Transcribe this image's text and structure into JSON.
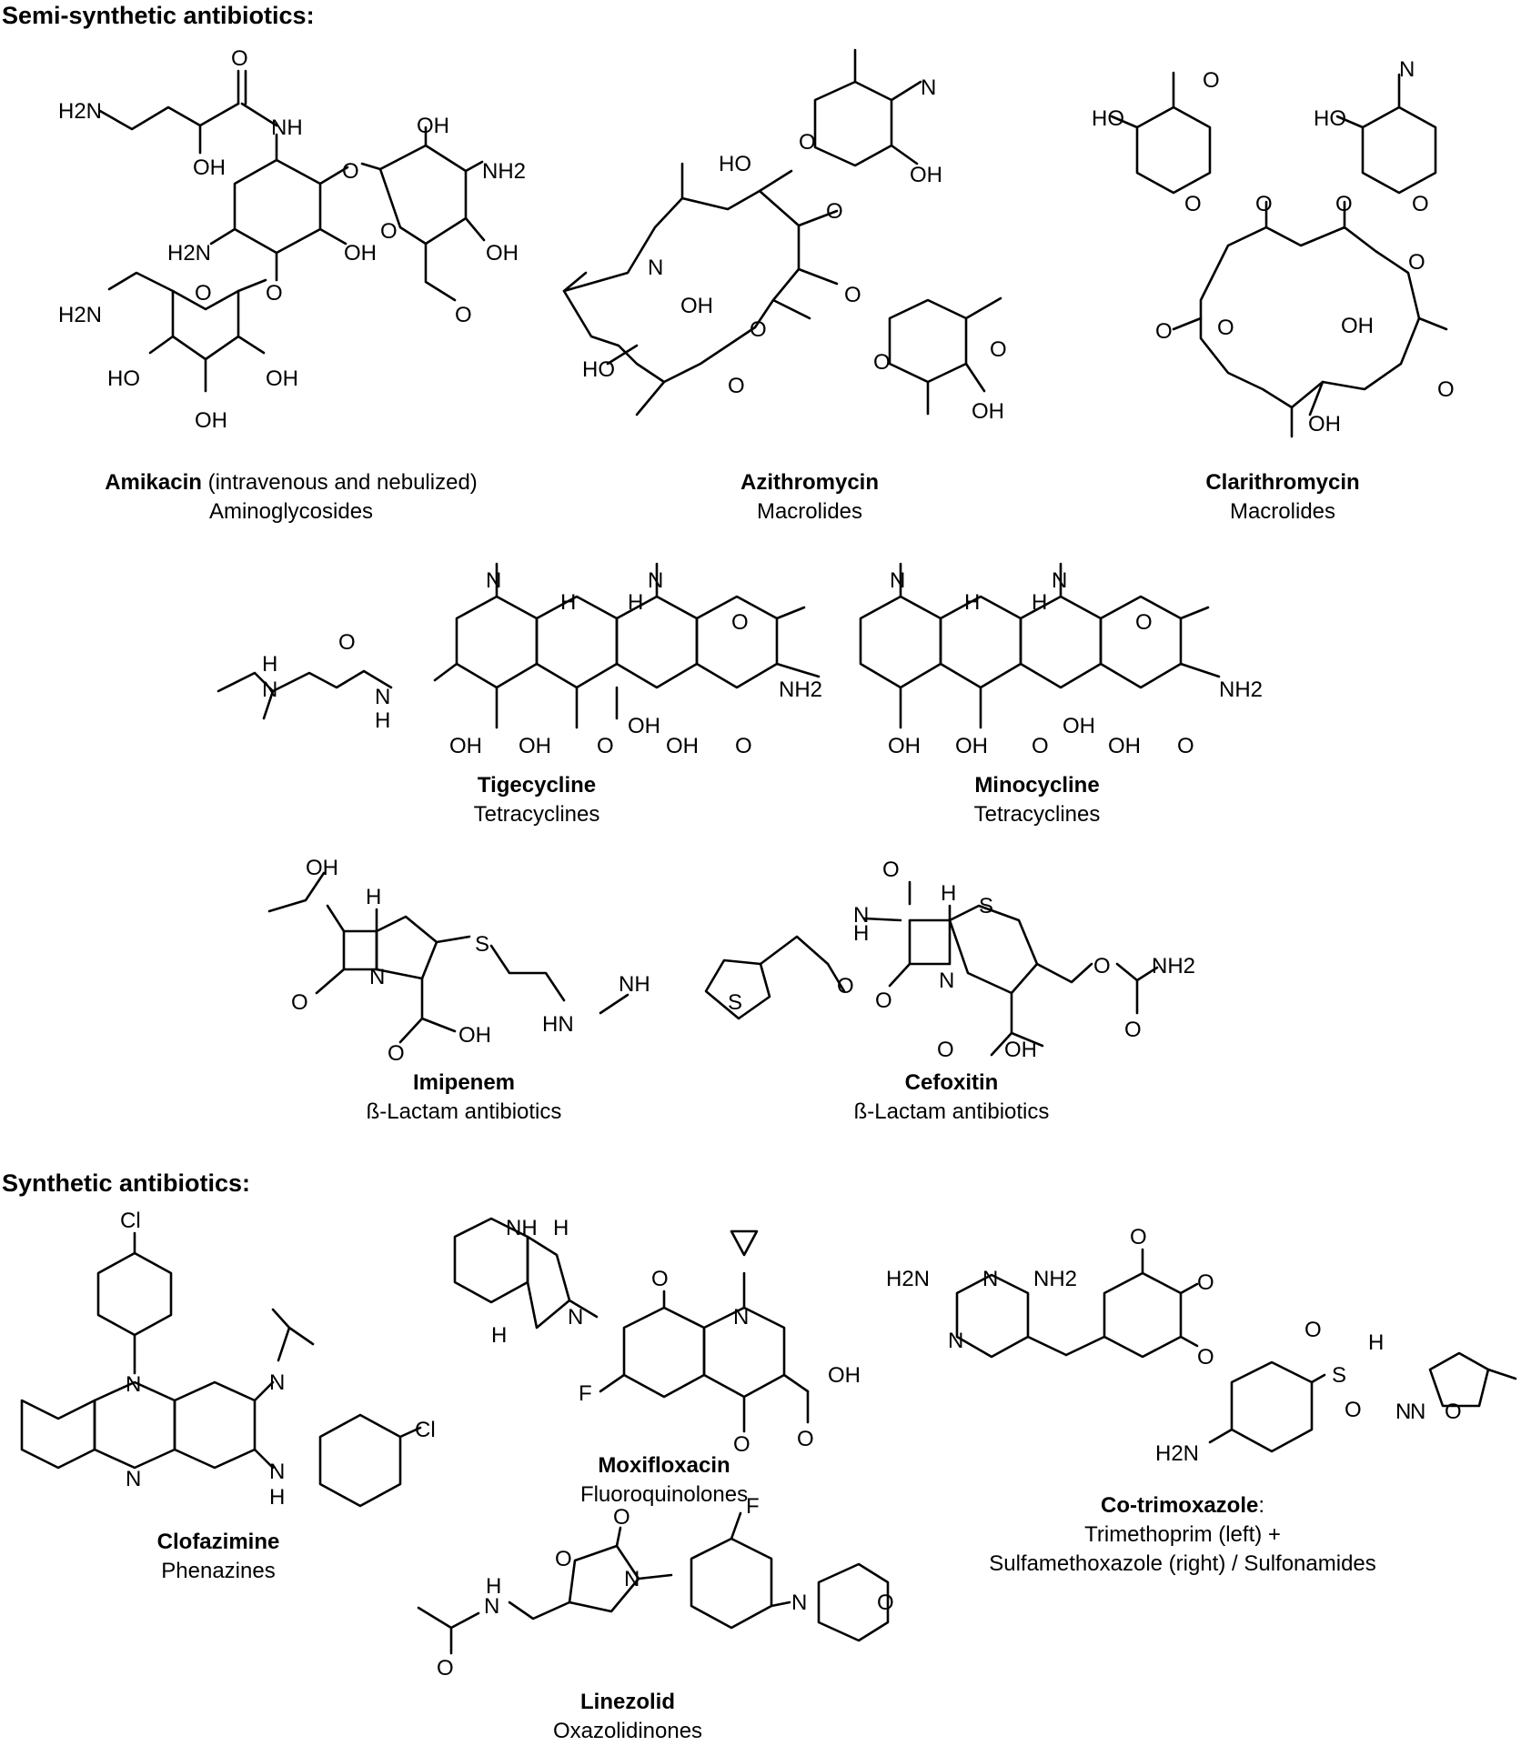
{
  "sections": {
    "semi": "Semi-synthetic antibiotics:",
    "synthetic": "Synthetic antibiotics:"
  },
  "compounds": {
    "amikacin": {
      "name": "Amikacin",
      "note": " (intravenous and nebulized)",
      "class": "Aminoglycosides"
    },
    "azithromycin": {
      "name": "Azithromycin",
      "class": "Macrolides"
    },
    "clarithromycin": {
      "name": "Clarithromycin",
      "class": "Macrolides"
    },
    "tigecycline": {
      "name": "Tigecycline",
      "class": "Tetracyclines"
    },
    "minocycline": {
      "name": "Minocycline",
      "class": "Tetracyclines"
    },
    "imipenem": {
      "name": "Imipenem",
      "class": "ß-Lactam antibiotics"
    },
    "cefoxitin": {
      "name": "Cefoxitin",
      "class": "ß-Lactam antibiotics"
    },
    "clofazimine": {
      "name": "Clofazimine",
      "class": "Phenazines"
    },
    "moxifloxacin": {
      "name": "Moxifloxacin",
      "class": "Fluoroquinolones"
    },
    "cotrimoxazole": {
      "name": "Co-trimoxazole",
      "suffix": ":",
      "class_line1": "Trimethoprim (left) +",
      "class_line2": "Sulfamethoxazole (right) / Sulfonamides"
    },
    "linezolid": {
      "name": "Linezolid",
      "class": "Oxazolidinones"
    }
  },
  "atom_labels": {
    "amikacin": [
      "H2N",
      "O",
      "NH",
      "OH",
      "OH",
      "NH2",
      "O",
      "O",
      "H2N",
      "OH",
      "O",
      "OH",
      "H2N",
      "O",
      "O",
      "HO",
      "OH",
      "OH"
    ],
    "azithromycin": [
      "N",
      "O",
      "OH",
      "HO",
      "O",
      "N",
      "OH",
      "O",
      "O",
      "HO",
      "O",
      "O",
      "O",
      "OH"
    ],
    "clarithromycin": [
      "O",
      "HO",
      "N",
      "HO",
      "O",
      "O",
      "O",
      "O",
      "O",
      "O",
      "O",
      "OH",
      "O",
      "OH"
    ],
    "tigecycline": [
      "N",
      "N",
      "H",
      "H",
      "O",
      "H",
      "N",
      "O",
      "N",
      "H",
      "OH",
      "OH",
      "O",
      "OH",
      "OH",
      "O",
      "NH2"
    ],
    "minocycline": [
      "N",
      "N",
      "H",
      "H",
      "O",
      "OH",
      "OH",
      "O",
      "OH",
      "OH",
      "O",
      "NH2"
    ],
    "imipenem": [
      "OH",
      "H",
      "S",
      "O",
      "N",
      "NH",
      "HN",
      "O",
      "OH"
    ],
    "cefoxitin": [
      "O",
      "N",
      "H",
      "H",
      "S",
      "O",
      "S",
      "O",
      "N",
      "O",
      "NH2",
      "O",
      "O",
      "OH"
    ],
    "clofazimine": [
      "Cl",
      "N",
      "N",
      "Cl",
      "N",
      "N",
      "H"
    ],
    "moxifloxacin": [
      "NH",
      "H",
      "O",
      "N",
      "N",
      "H",
      "F",
      "O",
      "OH",
      "O"
    ],
    "cotrimoxazole": [
      "O",
      "H2N",
      "N",
      "NH2",
      "O",
      "N",
      "O",
      "O",
      "S",
      "O",
      "H",
      "N",
      "H2N",
      "N",
      "O"
    ],
    "linezolid": [
      "O",
      "O",
      "H",
      "N",
      "N",
      "F",
      "N",
      "O",
      "O"
    ]
  },
  "colors": {
    "ink": "#000000",
    "background": "#ffffff"
  }
}
